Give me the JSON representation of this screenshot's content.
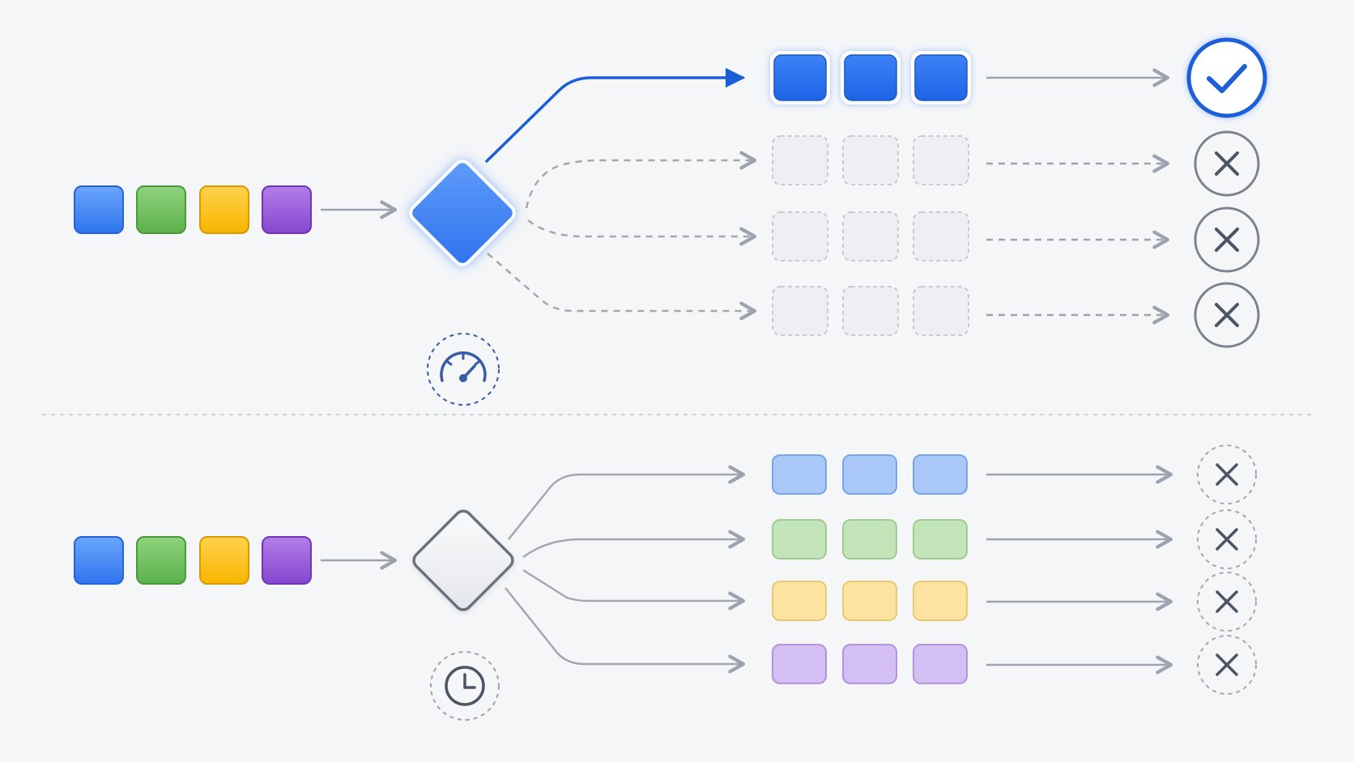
{
  "colors": {
    "background": "#f5f6f8",
    "blue": "#3b82f6",
    "blue_dark": "#1f5fd6",
    "green": "#6cc15a",
    "yellow": "#ffc21a",
    "purple": "#9a5bd9",
    "gray_line": "#9ca3af",
    "gray_dark": "#6b7280",
    "active_line": "#1a5fd8"
  },
  "top_flow": {
    "input_tokens": [
      "blue",
      "green",
      "yellow",
      "purple"
    ],
    "router_style": "active",
    "indicator_icon": "gauge-icon",
    "branches": [
      {
        "state": "selected",
        "lane_color": "blue",
        "result_icon": "check-icon"
      },
      {
        "state": "inactive",
        "lane_color": "empty",
        "result_icon": "x-icon"
      },
      {
        "state": "inactive",
        "lane_color": "empty",
        "result_icon": "x-icon"
      },
      {
        "state": "inactive",
        "lane_color": "empty",
        "result_icon": "x-icon"
      }
    ]
  },
  "bottom_flow": {
    "input_tokens": [
      "blue",
      "green",
      "yellow",
      "purple"
    ],
    "router_style": "neutral",
    "indicator_icon": "clock-icon",
    "branches": [
      {
        "state": "parallel",
        "lane_color": "blue",
        "result_icon": "x-icon"
      },
      {
        "state": "parallel",
        "lane_color": "green",
        "result_icon": "x-icon"
      },
      {
        "state": "parallel",
        "lane_color": "yellow",
        "result_icon": "x-icon"
      },
      {
        "state": "parallel",
        "lane_color": "purple",
        "result_icon": "x-icon"
      }
    ]
  }
}
